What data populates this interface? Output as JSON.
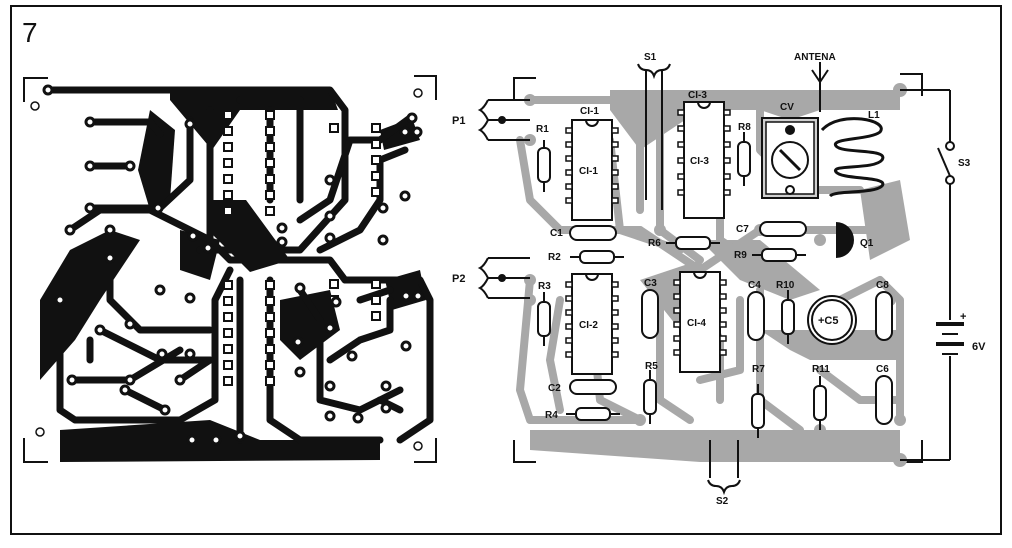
{
  "figure": {
    "number": "7"
  },
  "labels": {
    "p1": "P1",
    "p2": "P2",
    "s1": "S1",
    "s2": "S2",
    "s3": "S3",
    "antena": "ANTENA",
    "battery": "6V",
    "plus": "+",
    "ci1_top": "CI-1",
    "ci1_body": "CI-1",
    "ci3_top": "CI-3",
    "ci3_body": "CI-3",
    "ci2": "CI-2",
    "ci4": "CI-4",
    "r1": "R1",
    "r2": "R2",
    "r3": "R3",
    "r4": "R4",
    "r5": "R5",
    "r6": "R6",
    "r7": "R7",
    "r8": "R8",
    "r9": "R9",
    "r10": "R10",
    "r11": "R11",
    "c1": "C1",
    "c2": "C2",
    "c3": "C3",
    "c4": "C4",
    "c5": "+C5",
    "c6": "C6",
    "c7": "C7",
    "c8": "C8",
    "cv": "CV",
    "l1": "L1",
    "q1": "Q1"
  },
  "colors": {
    "copper": "#111111",
    "shadow": "#a8a8a8",
    "paper": "#ffffff",
    "ink": "#111111"
  }
}
